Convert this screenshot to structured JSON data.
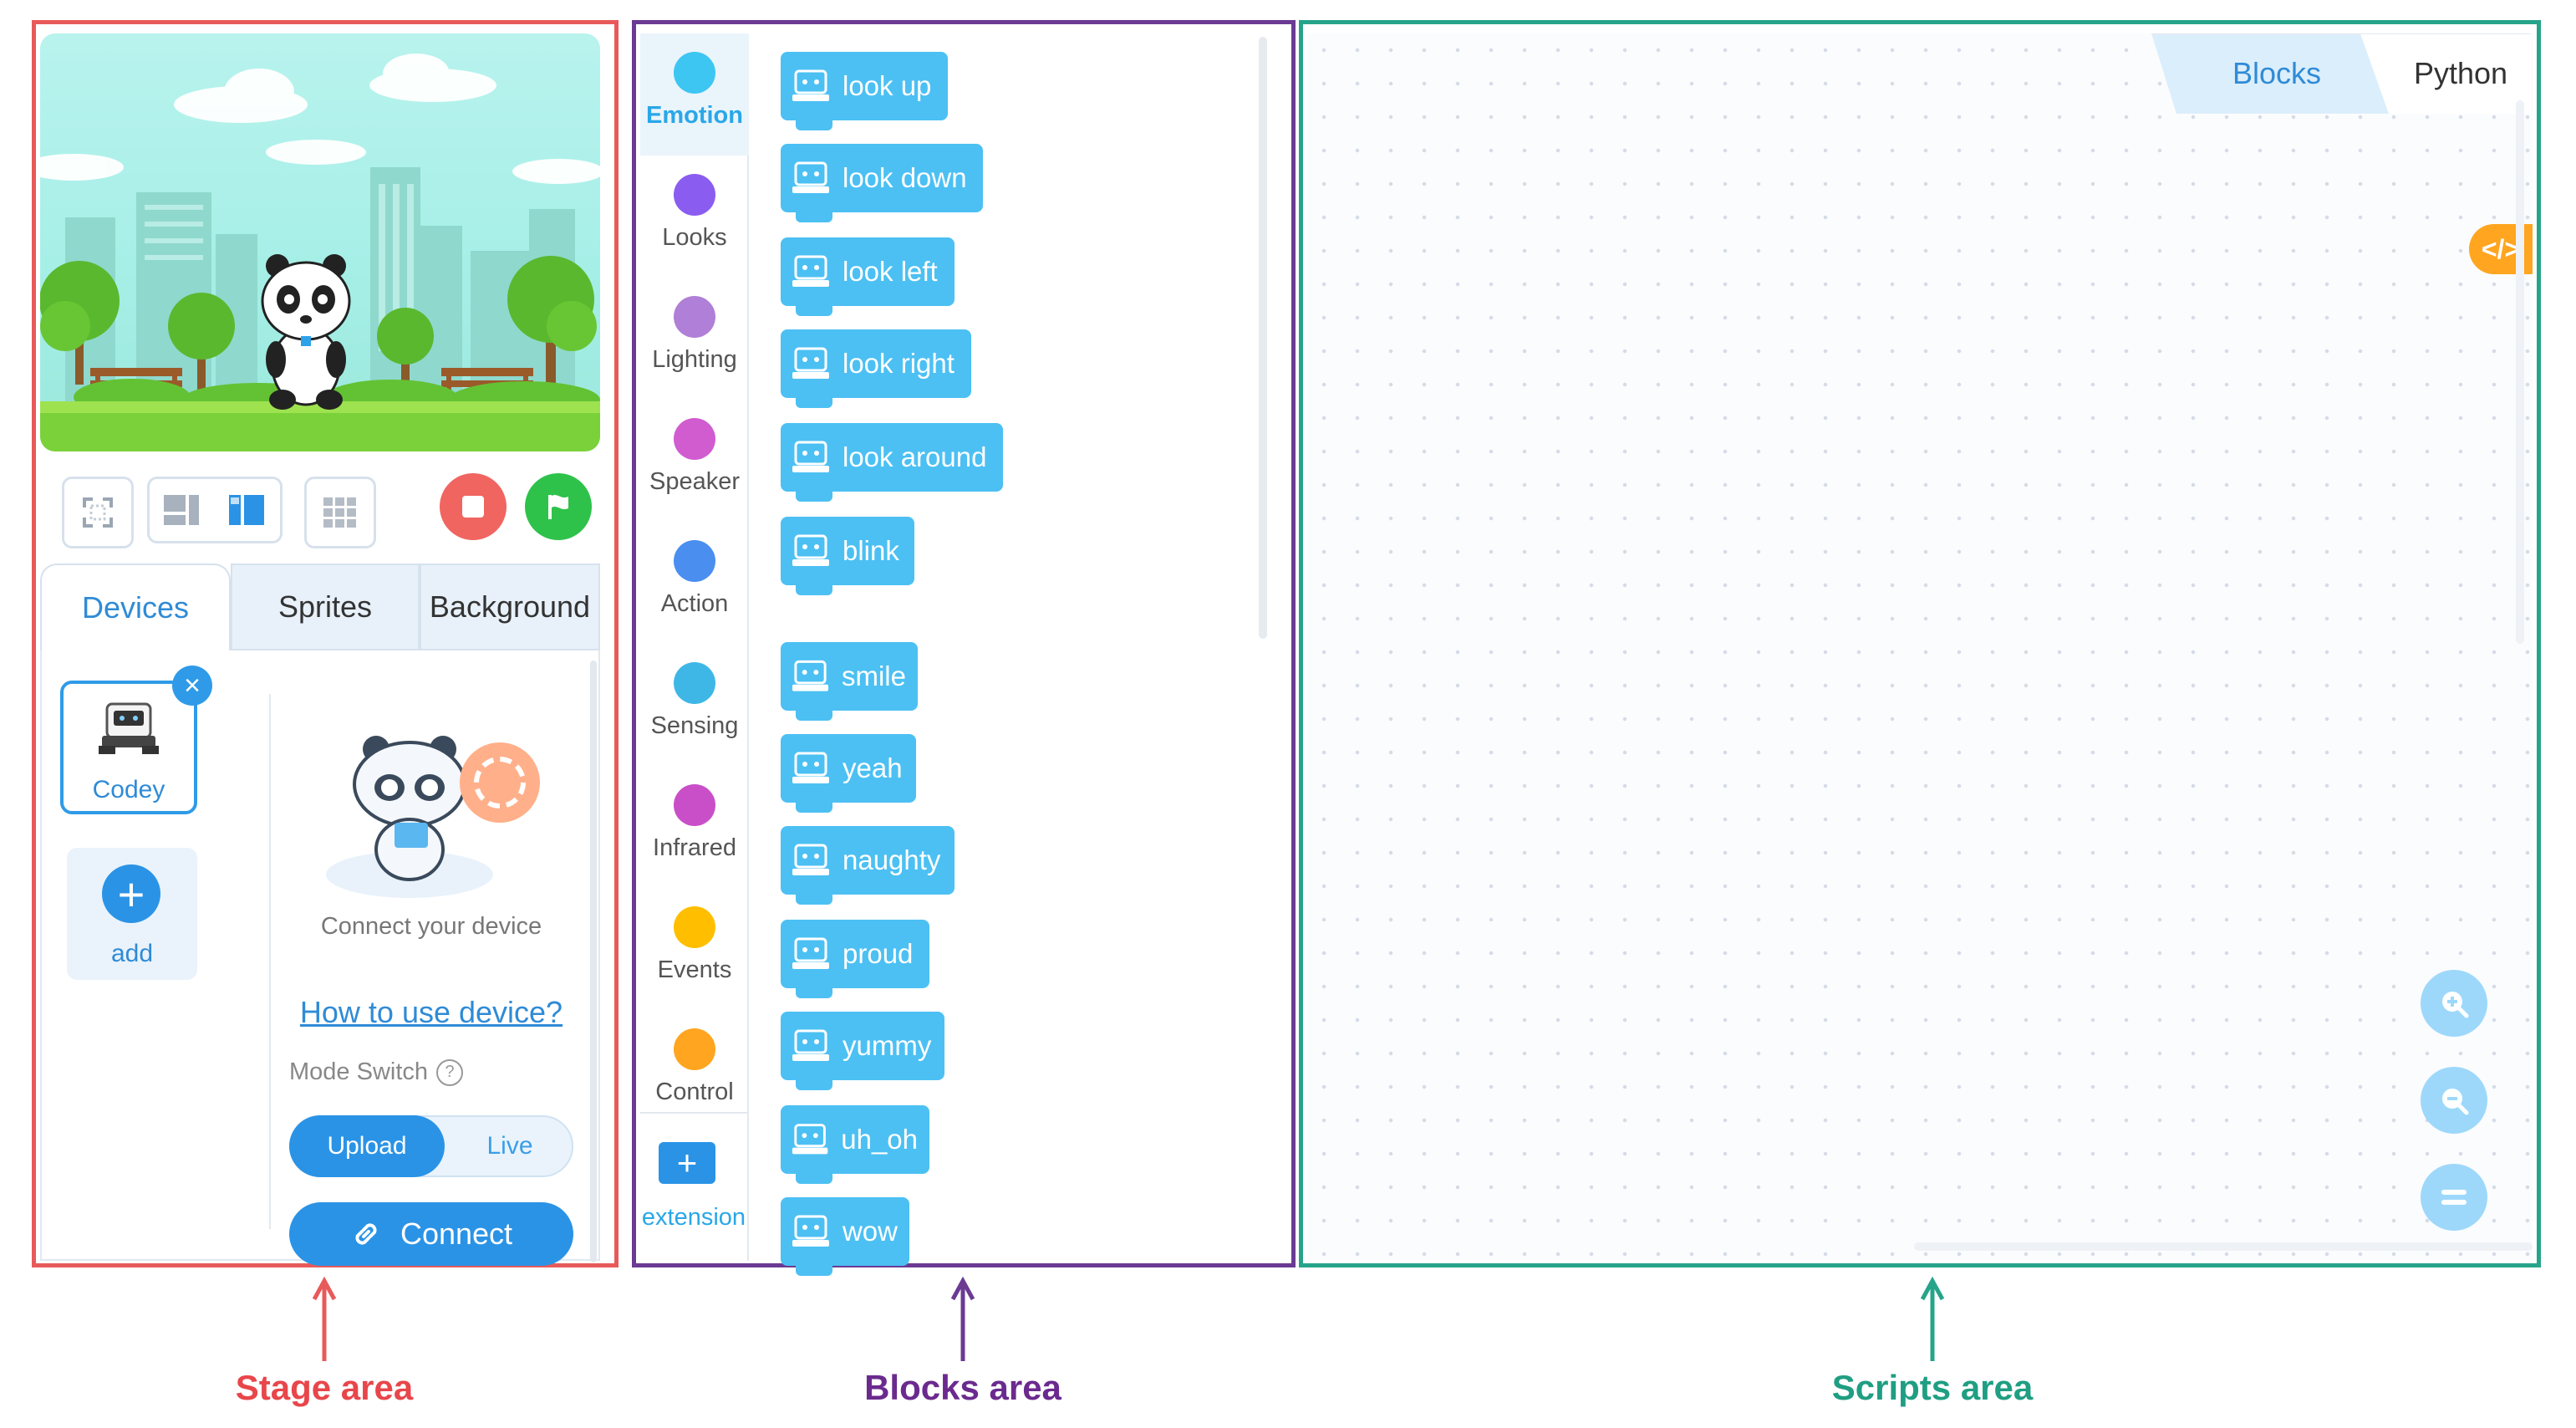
{
  "colors": {
    "stage_frame": "#e85a5a",
    "blocks_frame": "#6b3a93",
    "scripts_frame": "#26a48a",
    "accent": "#2a93e6",
    "block_fill": "#4cc0f3",
    "stop_button": "#f06560",
    "go_button": "#2ec24a"
  },
  "stage": {
    "tabs": [
      {
        "label": "Devices",
        "active": true
      },
      {
        "label": "Sprites",
        "active": false
      },
      {
        "label": "Background",
        "active": false
      }
    ],
    "toolbar_icons": [
      "fullscreen-icon",
      "layout-small-icon",
      "layout-large-icon",
      "grid-icon"
    ],
    "device": {
      "name": "Codey"
    },
    "add_label": "add",
    "connect_prompt": "Connect your device",
    "help_link": "How to use device?",
    "mode_switch_label": "Mode Switch",
    "mode_options": [
      "Upload",
      "Live"
    ],
    "mode_selected": "Upload",
    "connect_label": "Connect"
  },
  "blocks": {
    "categories": [
      {
        "label": "Emotion",
        "color": "#3ec6f3",
        "active": true
      },
      {
        "label": "Looks",
        "color": "#8b5cf0",
        "active": false
      },
      {
        "label": "Lighting",
        "color": "#b07fd7",
        "active": false
      },
      {
        "label": "Speaker",
        "color": "#d05cd0",
        "active": false
      },
      {
        "label": "Action",
        "color": "#4a8ff0",
        "active": false
      },
      {
        "label": "Sensing",
        "color": "#3fb7e6",
        "active": false
      },
      {
        "label": "Infrared",
        "color": "#c94fc9",
        "active": false
      },
      {
        "label": "Events",
        "color": "#ffbf00",
        "active": false
      },
      {
        "label": "Control",
        "color": "#ffa51f",
        "active": false
      }
    ],
    "extension_label": "extension",
    "items": [
      "look up",
      "look down",
      "look left",
      "look right",
      "look around",
      "blink",
      "smile",
      "yeah",
      "naughty",
      "proud",
      "yummy",
      "uh_oh",
      "wow"
    ]
  },
  "scripts": {
    "tabs": [
      {
        "label": "Blocks",
        "active": true
      },
      {
        "label": "Python",
        "active": false
      }
    ],
    "code_toggle": "</>",
    "zoom_icons": [
      "zoom-in-icon",
      "zoom-out-icon",
      "zoom-reset-icon"
    ]
  },
  "captions": {
    "stage": "Stage area",
    "blocks": "Blocks area",
    "scripts": "Scripts area"
  }
}
